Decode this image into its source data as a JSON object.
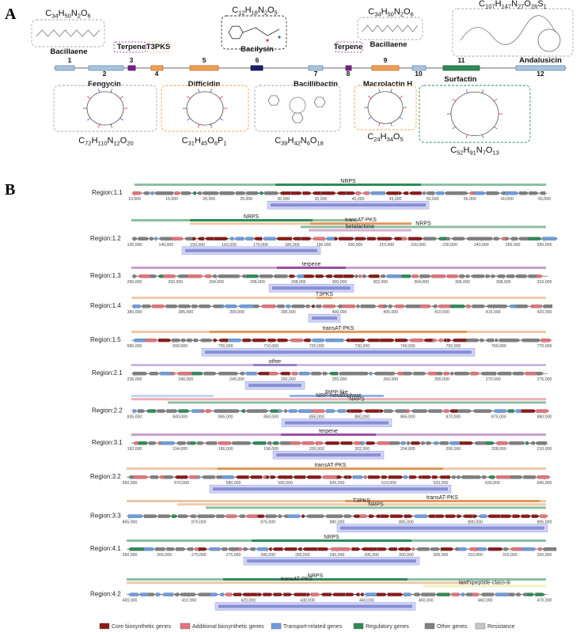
{
  "panel_a": {
    "letter": "A",
    "clusters": [
      {
        "num": "1",
        "name": "Bacillaene",
        "formula_parts": [
          "C",
          "34",
          "H",
          "50",
          "N",
          "2",
          "O",
          "6"
        ],
        "color": "#a9c4de",
        "stroke": "#6b8fb3"
      },
      {
        "num": "2",
        "name": "Fengycin",
        "formula_parts": [
          "C",
          "72",
          "H",
          "110",
          "N",
          "12",
          "O",
          "20"
        ],
        "color": "#a9c4de",
        "stroke": "#6b8fb3"
      },
      {
        "num": "3",
        "name": "Terpene",
        "formula_parts": [],
        "color": "#7b1f8c",
        "stroke": "#5a1366"
      },
      {
        "num": "4",
        "name": "T3PKS",
        "formula_parts": [],
        "color": "#f0a050",
        "stroke": "#c07030"
      },
      {
        "num": "5",
        "name": "Difficidin",
        "formula_parts": [
          "C",
          "31",
          "H",
          "45",
          "O",
          "6",
          "P",
          "1"
        ],
        "color": "#f0a050",
        "stroke": "#c07030"
      },
      {
        "num": "6",
        "name": "Bacilysin",
        "formula_parts": [
          "C",
          "12",
          "H",
          "18",
          "N",
          "2",
          "O",
          "5"
        ],
        "color": "#1a1f6b",
        "stroke": "#0e1240"
      },
      {
        "num": "7",
        "name": "Bacillibactin",
        "formula_parts": [
          "C",
          "39",
          "H",
          "42",
          "N",
          "6",
          "O",
          "18"
        ],
        "color": "#a9c4de",
        "stroke": "#6b8fb3"
      },
      {
        "num": "8",
        "name": "Terpene",
        "formula_parts": [],
        "color": "#7b1f8c",
        "stroke": "#5a1366"
      },
      {
        "num": "9",
        "name": "Macrolactin H",
        "formula_parts": [
          "C",
          "24",
          "H",
          "34",
          "O",
          "5"
        ],
        "color": "#f0a050",
        "stroke": "#c07030"
      },
      {
        "num": "10",
        "name": "Bacillaene",
        "formula_parts": [
          "C",
          "34",
          "H",
          "50",
          "N",
          "2",
          "O",
          "6"
        ],
        "color": "#a9c4de",
        "stroke": "#6b8fb3"
      },
      {
        "num": "11",
        "name": "Surfactin",
        "formula_parts": [
          "C",
          "52",
          "H",
          "91",
          "N",
          "7",
          "O",
          "13"
        ],
        "color": "#2e8b57",
        "stroke": "#1d5e3a"
      },
      {
        "num": "12",
        "name": "Andalusicin",
        "formula_parts": [
          "C",
          "107",
          "H",
          "147",
          "N",
          "27",
          "O",
          "26",
          "S",
          "1"
        ],
        "color": "#a9c4de",
        "stroke": "#6b8fb3"
      }
    ]
  },
  "panel_b": {
    "letter": "B",
    "regions": [
      {
        "label": "Region:1.1",
        "ticks": [
          "10,000",
          "15,000",
          "20,000",
          "25,000",
          "30,000",
          "35,000",
          "40,000",
          "45,000",
          "50,000",
          "55,000",
          "60,000",
          "65,000"
        ],
        "products": [
          {
            "name": "NRPS",
            "color": "#2e8b57"
          }
        ]
      },
      {
        "label": "Region:1.2",
        "ticks": [
          "130,000",
          "140,000",
          "150,000",
          "160,000",
          "170,000",
          "180,000",
          "190,000",
          "200,000",
          "210,000",
          "220,000",
          "230,000",
          "240,000",
          "250,000",
          "260,000"
        ],
        "products": [
          {
            "name": "NRPS",
            "color": "#2e8b57"
          },
          {
            "name": "transAT-PKS",
            "color": "#e0995a"
          },
          {
            "name": "NRPS",
            "color": "#2e8b57"
          },
          {
            "name": "betalactone",
            "color": "#b06aa8"
          }
        ]
      },
      {
        "label": "Region:1.3",
        "ticks": [
          "290,000",
          "292,000",
          "294,000",
          "296,000",
          "298,000",
          "300,000",
          "302,000",
          "304,000",
          "306,000",
          "308,000",
          "310,000"
        ],
        "products": [
          {
            "name": "terpene",
            "color": "#9b4ea3"
          }
        ]
      },
      {
        "label": "Region:1.4",
        "ticks": [
          "380,000",
          "385,000",
          "390,000",
          "395,000",
          "400,000",
          "405,000",
          "410,000",
          "415,000",
          "420,000"
        ],
        "products": [
          {
            "name": "T3PKS",
            "color": "#e8a36a"
          }
        ]
      },
      {
        "label": "Region:1.5",
        "ticks": [
          "680,000",
          "690,000",
          "700,000",
          "710,000",
          "720,000",
          "730,000",
          "740,000",
          "750,000",
          "760,000",
          "770,000"
        ],
        "products": [
          {
            "name": "transAT-PKS",
            "color": "#e0995a"
          }
        ]
      },
      {
        "label": "Region:2.1",
        "ticks": [
          "235,000",
          "240,000",
          "245,000",
          "250,000",
          "255,000",
          "260,000",
          "265,000",
          "270,000",
          "275,000"
        ],
        "products": [
          {
            "name": "other",
            "color": "#9b7ec8"
          }
        ]
      },
      {
        "label": "Region:2.2",
        "ticks": [
          "835,000",
          "840,000",
          "845,000",
          "850,000",
          "855,000",
          "860,000",
          "865,000",
          "870,000",
          "875,000",
          "880,000"
        ],
        "products": [
          {
            "name": "RiPP-like",
            "color": "#8fb5e6"
          },
          {
            "name": "NRP-metallophore",
            "color": "#e06b7a"
          },
          {
            "name": "NRPS",
            "color": "#2e8b57"
          }
        ]
      },
      {
        "label": "Region:3.1",
        "ticks": [
          "192,000",
          "194,000",
          "196,000",
          "198,000",
          "200,000",
          "202,000",
          "204,000",
          "206,000",
          "208,000",
          "210,000"
        ],
        "products": [
          {
            "name": "terpene",
            "color": "#9b4ea3"
          }
        ]
      },
      {
        "label": "Region:3.2",
        "ticks": [
          "560,000",
          "570,000",
          "580,000",
          "590,000",
          "600,000",
          "610,000",
          "620,000",
          "630,000",
          "640,000"
        ],
        "products": [
          {
            "name": "transAT-PKS",
            "color": "#e0995a"
          }
        ]
      },
      {
        "label": "Region:3.3",
        "ticks": [
          "865,000",
          "870,000",
          "875,000",
          "880,000",
          "885,000",
          "890,000",
          "895,000"
        ],
        "products": [
          {
            "name": "transAT-PKS",
            "color": "#e0995a"
          },
          {
            "name": "T3PKS",
            "color": "#e8a36a"
          },
          {
            "name": "NRPS",
            "color": "#2e8b57"
          }
        ]
      },
      {
        "label": "Region:4.1",
        "ticks": [
          "260,000",
          "265,000",
          "270,000",
          "275,000",
          "280,000",
          "285,000",
          "290,000",
          "295,000",
          "300,000",
          "305,000",
          "310,000",
          "315,000",
          "320,000"
        ],
        "products": [
          {
            "name": "NRPS",
            "color": "#2e8b57"
          }
        ]
      },
      {
        "label": "Region:4.2",
        "ticks": [
          "400,000",
          "410,000",
          "420,000",
          "430,000",
          "440,000",
          "450,000",
          "460,000",
          "470,000"
        ],
        "products": [
          {
            "name": "NRPS",
            "color": "#2e8b57"
          },
          {
            "name": "transAT-PKS",
            "color": "#e0995a"
          },
          {
            "name": "lanthipeptide-class-iii",
            "color": "#f2e38a"
          }
        ]
      }
    ],
    "legend": [
      {
        "label": "Core biosynthetic genes",
        "color": "#8b1a1a"
      },
      {
        "label": "Additional biosynthetic genes",
        "color": "#e8727a"
      },
      {
        "label": "Transport-related genes",
        "color": "#6d9de0"
      },
      {
        "label": "Regulatory genes",
        "color": "#2e8b57"
      },
      {
        "label": "Other genes",
        "color": "#808080"
      },
      {
        "label": "Resistance",
        "color": "#c8c8c8"
      }
    ]
  }
}
